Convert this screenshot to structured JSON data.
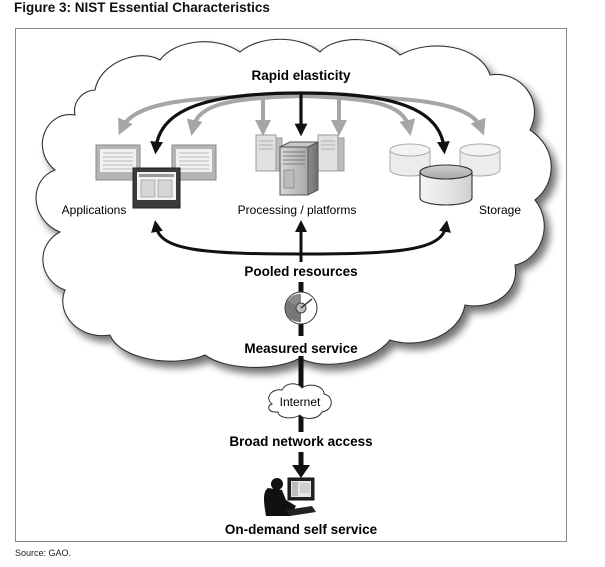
{
  "figure": {
    "title": "Figure 3: NIST Essential Characteristics",
    "source": "Source: GAO."
  },
  "diagram": {
    "characteristics": {
      "rapid_elasticity": "Rapid elasticity",
      "pooled_resources": "Pooled resources",
      "measured_service": "Measured service",
      "broad_network_access": "Broad network access",
      "on_demand_self_service": "On-demand self service"
    },
    "resources": {
      "applications": "Applications",
      "processing": "Processing / platforms",
      "storage": "Storage"
    },
    "network": {
      "internet": "Internet"
    },
    "icons": [
      "cloud-icon",
      "application-window-icon",
      "server-tower-icon",
      "storage-cylinder-icon",
      "meter-gauge-icon",
      "internet-cloud-icon",
      "user-at-computer-icon"
    ],
    "colors": {
      "primary_arrow": "#111111",
      "secondary_arrow": "#a6a6a6",
      "cloud_fill": "#ffffff",
      "cloud_stroke": "#333333"
    }
  }
}
